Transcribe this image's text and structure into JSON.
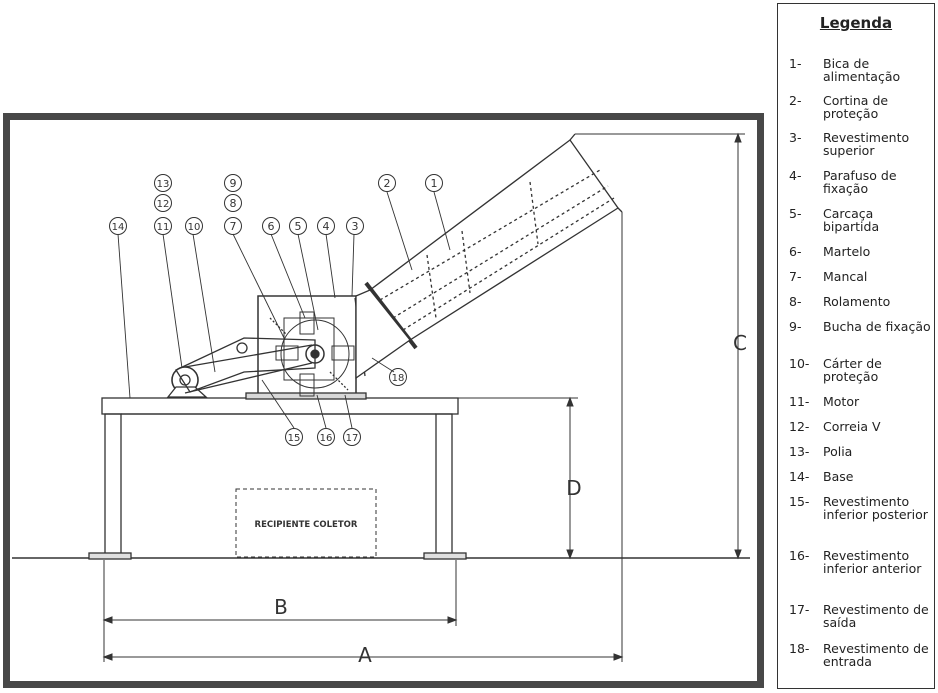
{
  "legend": {
    "title": "Legenda",
    "items": [
      {
        "num": "1-",
        "text": "Bica de alimentação"
      },
      {
        "num": "2-",
        "text": "Cortina de proteção"
      },
      {
        "num": "3-",
        "text": "Revestimento superior"
      },
      {
        "num": "4-",
        "text": "Parafuso de fixação"
      },
      {
        "num": "5-",
        "text": "Carcaça bipartida"
      },
      {
        "num": "6-",
        "text": "Martelo"
      },
      {
        "num": "7-",
        "text": "Mancal"
      },
      {
        "num": "8-",
        "text": "Rolamento"
      },
      {
        "num": "9-",
        "text": "Bucha de fixação"
      },
      {
        "num": "10-",
        "text": "Cárter de proteção"
      },
      {
        "num": "11-",
        "text": "Motor"
      },
      {
        "num": "12-",
        "text": "Correia V"
      },
      {
        "num": "13-",
        "text": "Polia"
      },
      {
        "num": "14-",
        "text": "Base"
      },
      {
        "num": "15-",
        "text": "Revestimento inferior posterior"
      },
      {
        "num": "16-",
        "text": "Revestimento inferior anterior"
      },
      {
        "num": "17-",
        "text": "Revestimento de saída"
      },
      {
        "num": "18-",
        "text": "Revestimento de entrada"
      }
    ]
  },
  "drawing": {
    "container_label": "RECIPIENTE COLETOR",
    "dimensions": {
      "a": "A",
      "b": "B",
      "c": "C",
      "d": "D"
    },
    "callouts": [
      "1",
      "2",
      "3",
      "4",
      "5",
      "6",
      "7",
      "8",
      "9",
      "10",
      "11",
      "12",
      "13",
      "14",
      "15",
      "16",
      "17",
      "18"
    ]
  },
  "colors": {
    "frame": "#484848",
    "ink": "#333333"
  }
}
